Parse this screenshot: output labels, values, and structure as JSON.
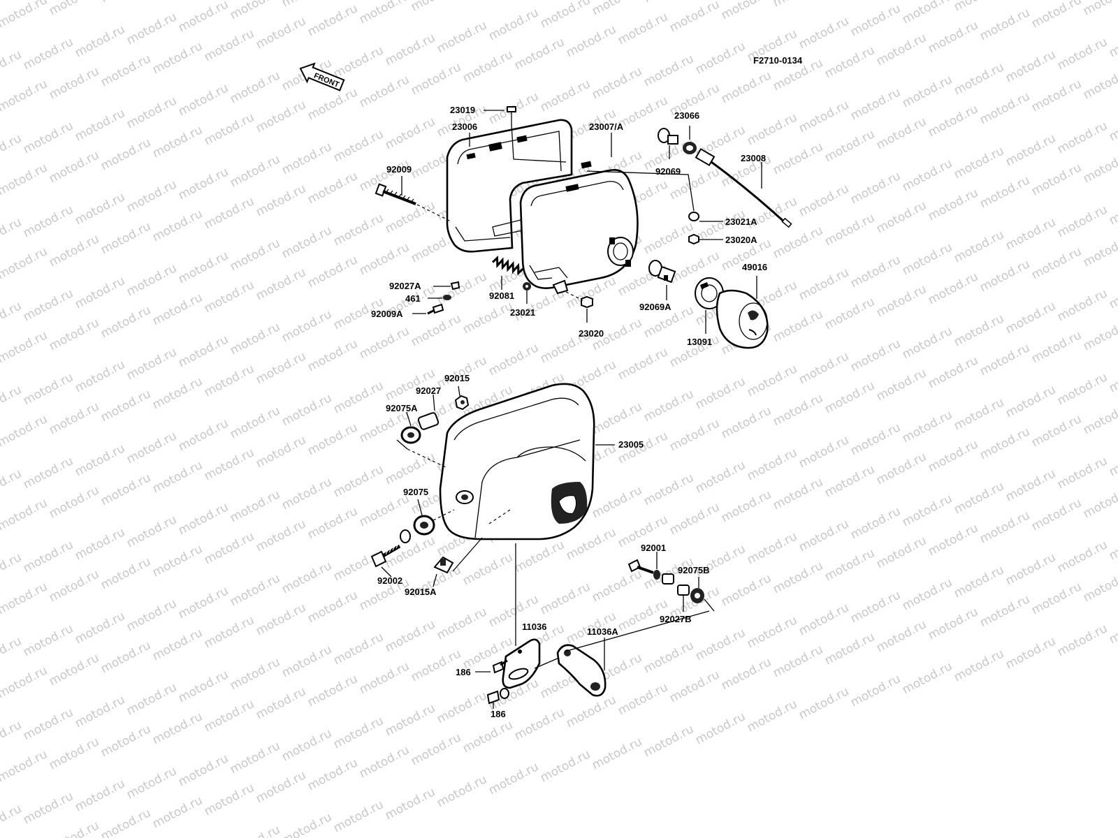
{
  "diagram": {
    "ref_code": "F2710-0134",
    "front_arrow": "FRONT",
    "watermark": "motod.ru",
    "labels": {
      "p23019": "23019",
      "p23006": "23006",
      "p23007a": "23007/A",
      "p23066": "23066",
      "p23008": "23008",
      "p92009": "92009",
      "p92069": "92069",
      "p23021a": "23021A",
      "p23020a": "23020A",
      "p49016": "49016",
      "p92027a": "92027A",
      "p461": "461",
      "p92081": "92081",
      "p92009a": "92009A",
      "p23021": "23021",
      "p23020": "23020",
      "p92069a": "92069A",
      "p13091": "13091",
      "p92015": "92015",
      "p92027": "92027",
      "p92075a": "92075A",
      "p23005": "23005",
      "p92075": "92075",
      "p92002": "92002",
      "p92015a": "92015A",
      "p92001": "92001",
      "p92075b": "92075B",
      "p92027b": "92027B",
      "p11036": "11036",
      "p11036a": "11036A",
      "p186a": "186",
      "p186b": "186"
    }
  }
}
